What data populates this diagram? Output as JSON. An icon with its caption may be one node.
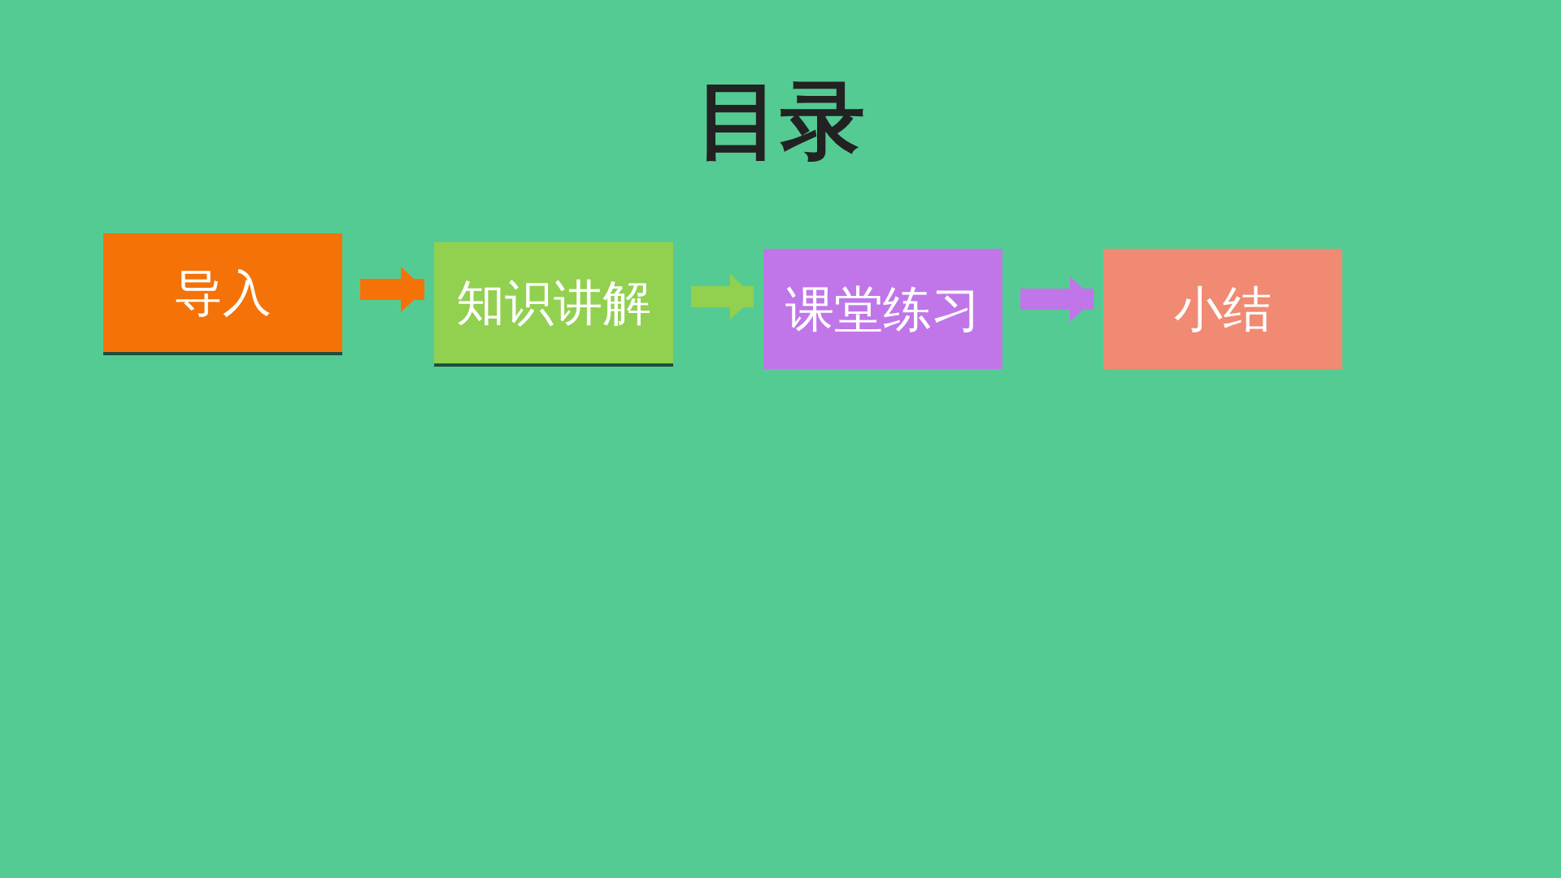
{
  "diagram": {
    "title": "目录",
    "nodes": [
      {
        "text": [
          "导入"
        ]
      },
      {
        "text": [
          "知识讲解"
        ]
      },
      {
        "text": [
          "课堂练习"
        ]
      },
      {
        "text": [
          "小结"
        ]
      }
    ],
    "edges": [
      {
        "from": 0,
        "to": 1,
        "arrow": "to",
        "color": "#f57208"
      },
      {
        "from": 1,
        "to": 2,
        "arrow": "to",
        "color": "#92d050"
      },
      {
        "from": 2,
        "to": 3,
        "arrow": "to",
        "color": "#c076e8"
      }
    ]
  }
}
